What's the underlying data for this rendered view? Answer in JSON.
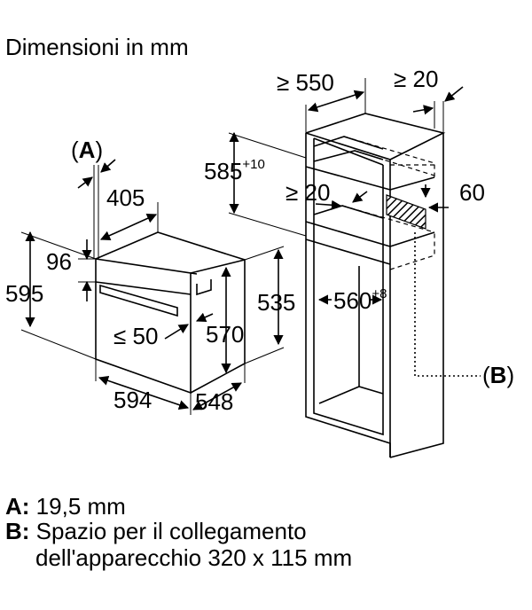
{
  "title": "Dimensioni in mm",
  "labels": {
    "a_marker": "(A)",
    "a_letter": "A",
    "b_marker": "(B)",
    "b_letter": "B",
    "d405": "405",
    "d96": "96",
    "d595": "595",
    "d50": "≤ 50",
    "d570": "570",
    "d535": "535",
    "d594": "594",
    "d548": "548",
    "d550": "≥ 550",
    "d20_top": "≥ 20",
    "d585": "585",
    "d585_sup": "+10",
    "d20_mid": "≥ 20",
    "d60": "60",
    "d560": "560",
    "d560_sup": "+8"
  },
  "legend": [
    {
      "key": "A:",
      "text": "19,5 mm"
    },
    {
      "key": "B:",
      "text": "Spazio per il collegamento",
      "text2": "dell'apparecchio 320 x 115 mm"
    }
  ]
}
